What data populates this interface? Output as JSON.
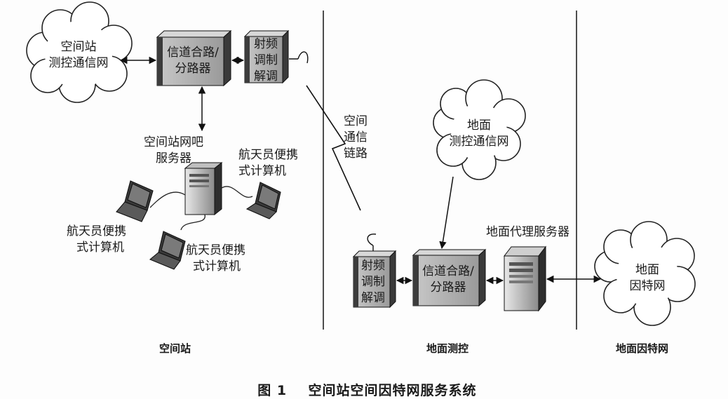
{
  "clouds": {
    "station_ttc": {
      "line1": "空间站",
      "line2": "测控通信网"
    },
    "ground_ttc": {
      "line1": "地面",
      "line2": "测控通信网"
    },
    "ground_internet": {
      "line1": "地面",
      "line2": "因特网"
    }
  },
  "boxes": {
    "station_mux": {
      "line1": "信道合路/",
      "line2": "分路器"
    },
    "station_rf": {
      "line1": "射频",
      "line2": "调制",
      "line3": "解调"
    },
    "ground_rf": {
      "line1": "射频",
      "line2": "调制",
      "line3": "解调"
    },
    "ground_mux": {
      "line1": "信道合路/",
      "line2": "分路器"
    }
  },
  "labels": {
    "station_server": {
      "line1": "空间站网吧",
      "line2": "服务器"
    },
    "laptop_top_right": {
      "line1": "航天员便携",
      "line2": "式计算机"
    },
    "laptop_left": {
      "line1": "航天员便携",
      "line2": "式计算机"
    },
    "laptop_bottom": {
      "line1": "航天员便携",
      "line2": "式计算机"
    },
    "space_link": {
      "line1": "空间",
      "line2": "通信",
      "line3": "链路"
    },
    "ground_proxy": "地面代理服务器"
  },
  "sections": {
    "space_station": "空间站",
    "ground_ttc": "地面测控",
    "ground_internet": "地面因特网"
  },
  "caption": {
    "number": "图 1",
    "title": "空间站空间因特网服务系统"
  }
}
